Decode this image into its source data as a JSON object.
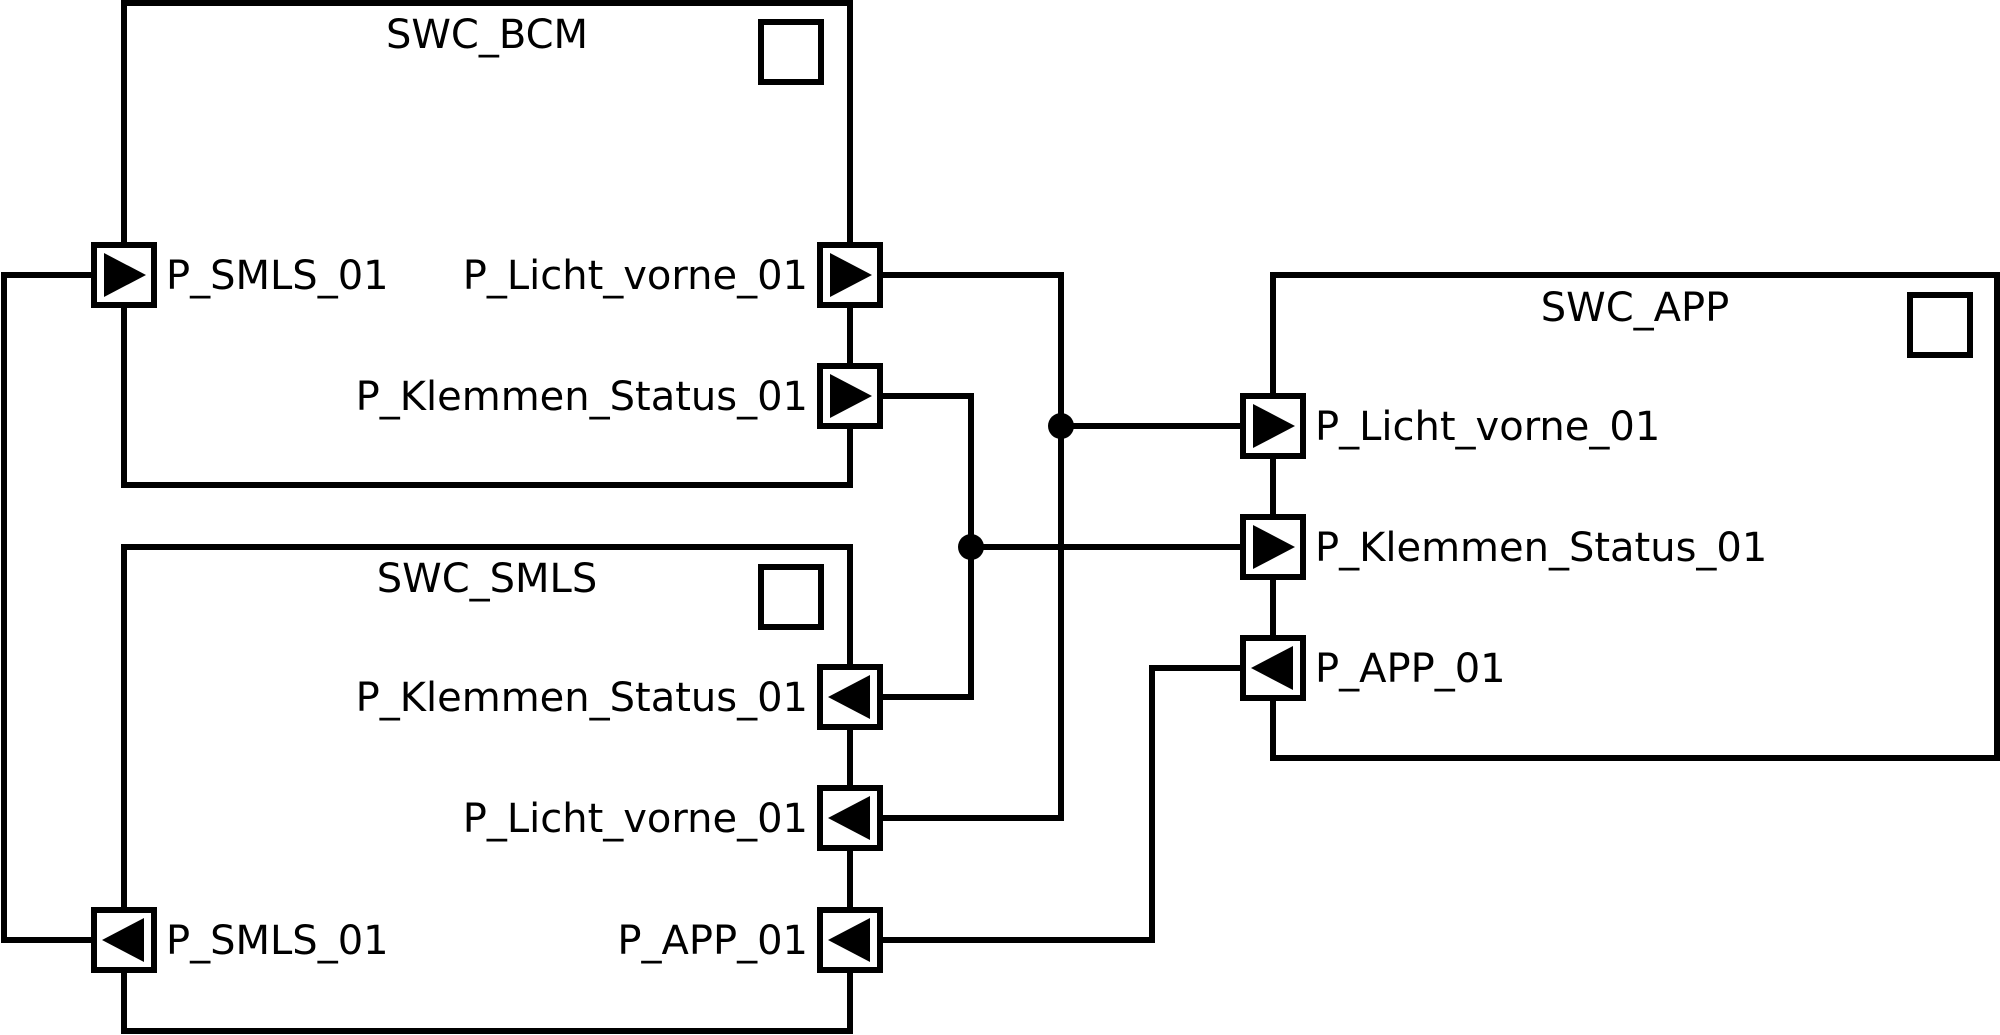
{
  "components": {
    "bcm": {
      "title": "SWC_BCM",
      "ports": {
        "smls": "P_SMLS_01",
        "licht": "P_Licht_vorne_01",
        "klemmen": "P_Klemmen_Status_01"
      }
    },
    "smls": {
      "title": "SWC_SMLS",
      "ports": {
        "klemmen": "P_Klemmen_Status_01",
        "licht": "P_Licht_vorne_01",
        "app": "P_APP_01",
        "smls": "P_SMLS_01"
      }
    },
    "app": {
      "title": "SWC_APP",
      "ports": {
        "licht": "P_Licht_vorne_01",
        "klemmen": "P_Klemmen_Status_01",
        "app": "P_APP_01"
      }
    }
  },
  "icons": {
    "component": "component-icon",
    "provide_port": "provide-port-icon",
    "require_port": "require-port-icon"
  },
  "colors": {
    "stroke": "#000000",
    "background": "#ffffff"
  }
}
